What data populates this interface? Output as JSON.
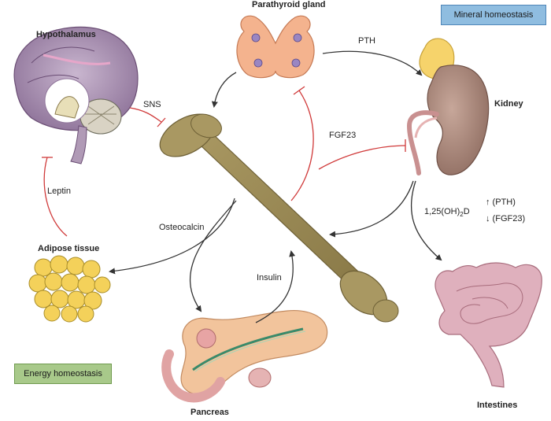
{
  "organs": {
    "parathyroid": "Parathyroid gland",
    "hypothalamus": "Hypothalamus",
    "kidney": "Kidney",
    "adipose": "Adipose tissue",
    "pancreas": "Pancreas",
    "intestines": "Intestines"
  },
  "signals": {
    "pth": "PTH",
    "sns": "SNS",
    "fgf23": "FGF23",
    "leptin": "Leptin",
    "osteocalcin": "Osteocalcin",
    "insulin": "Insulin",
    "vitd_main": "1,25(OH)",
    "vitd_sub": "2",
    "vitd_end": "D",
    "pth_up": "↑ (PTH)",
    "fgf23_down": "↓ (FGF23)"
  },
  "boxes": {
    "mineral": "Mineral homeostasis",
    "energy": "Energy homeostasis"
  },
  "colors": {
    "activation_arrow": "#333333",
    "inhibition_line": "#d03a3a",
    "bone": "#9b8a55",
    "mineral_box": "#8fbde0",
    "energy_box": "#a8c98a"
  }
}
